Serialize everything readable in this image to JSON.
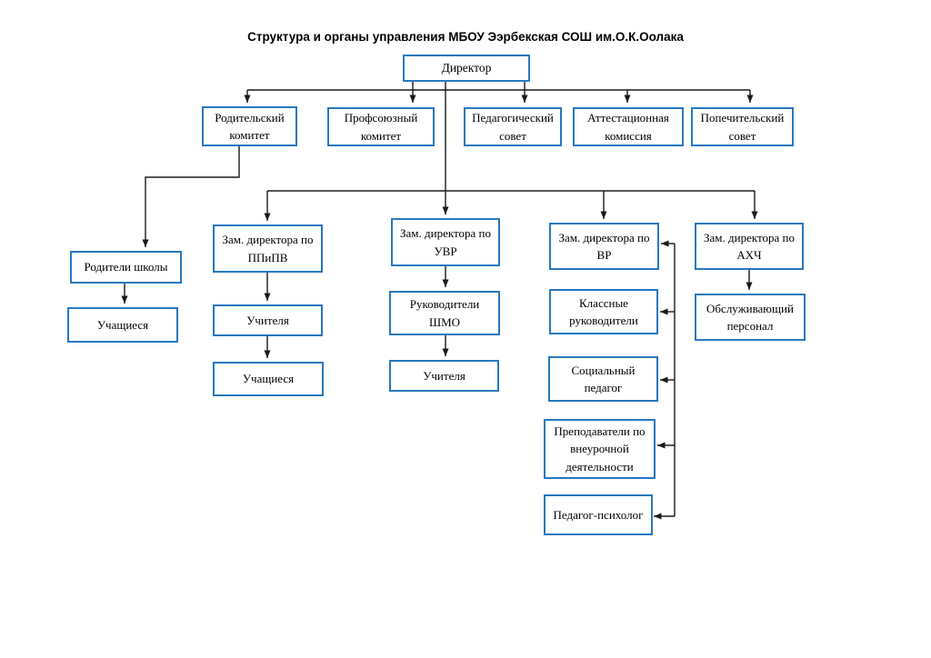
{
  "title": "Структура и органы управления МБОУ Ээрбекская СОШ им.О.К.Оолака",
  "colors": {
    "box_border": "#2878c0",
    "line": "#1a1a1a",
    "text": "#000000"
  },
  "nodes": {
    "director": {
      "label": "Директор"
    },
    "parent_committee": {
      "label": "Родительский\nкомитет"
    },
    "union_committee": {
      "label": "Профсоюзный\nкомитет"
    },
    "pedagogical_council": {
      "label": "Педагогический\nсовет"
    },
    "attestation_commission": {
      "label": "Аттестационная\nкомиссия"
    },
    "trustees_council": {
      "label": "Попечительский\nсовет"
    },
    "deputy_ppipv": {
      "label": "Зам. директора по\nППиПВ"
    },
    "deputy_uvr": {
      "label": "Зам. директора по\nУВР"
    },
    "deputy_vr": {
      "label": "Зам. директора по\nВР"
    },
    "deputy_ahch": {
      "label": "Зам. директора по\nАХЧ"
    },
    "school_parents": {
      "label": "Родители школы"
    },
    "students_parents_branch": {
      "label": "Учащиеся"
    },
    "teachers_ppipv": {
      "label": "Учителя"
    },
    "students_ppipv": {
      "label": "Учащиеся"
    },
    "shmo_heads": {
      "label": "Руководители\nШМО"
    },
    "teachers_uvr": {
      "label": "Учителя"
    },
    "class_supervisors": {
      "label": "Классные\nруководители"
    },
    "social_pedagogue": {
      "label": "Социальный\nпедагог"
    },
    "extracurricular_teachers": {
      "label": "Преподаватели по\nвнеурочной\nдеятельности"
    },
    "pedagogue_psychologist": {
      "label": "Педагог-психолог"
    },
    "service_staff": {
      "label": "Обслуживающий\nперсонал"
    }
  }
}
